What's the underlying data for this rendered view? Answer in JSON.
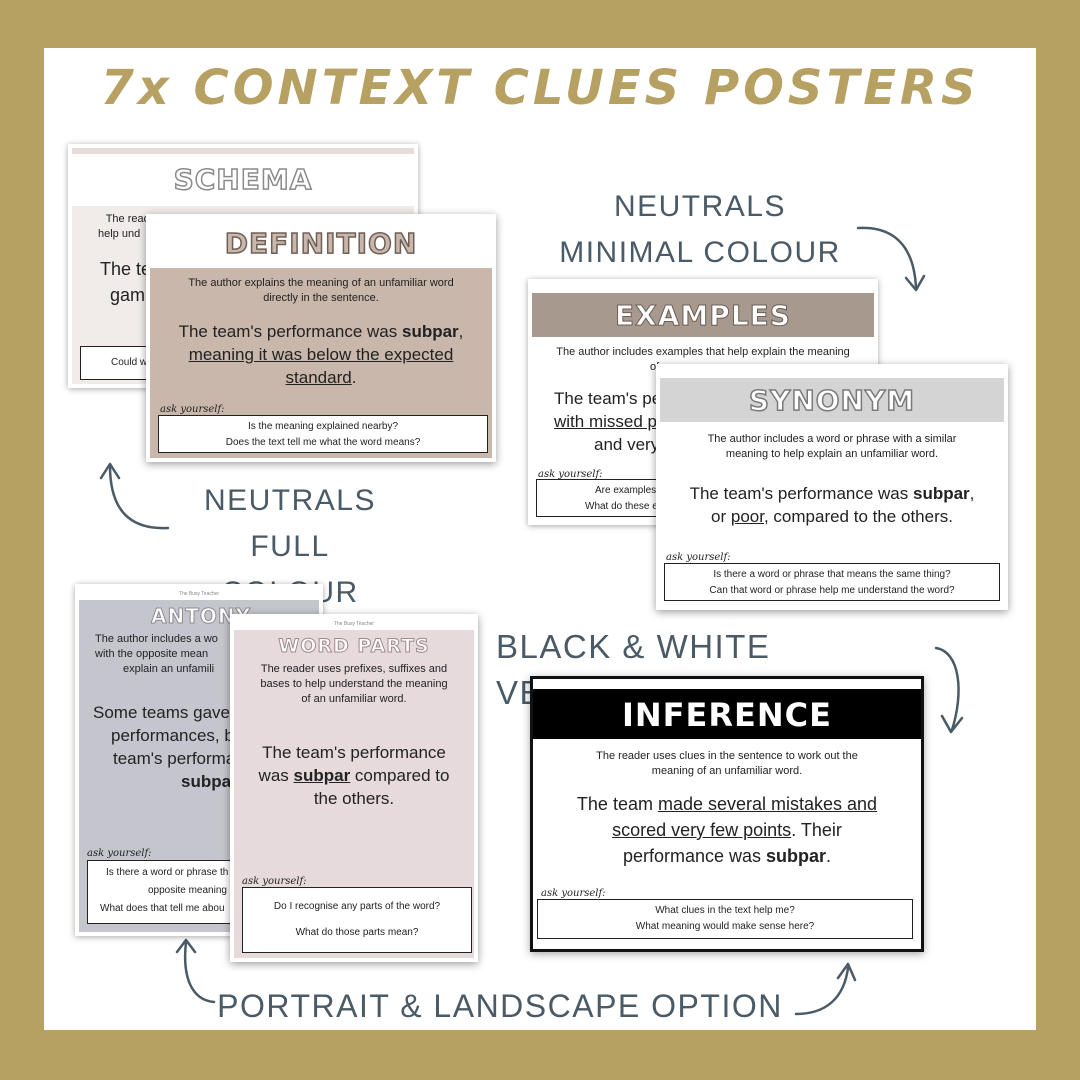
{
  "headline": "7x CONTEXT CLUES POSTERS",
  "captions": {
    "neutrals_minimal": [
      "NEUTRALS",
      "MINIMAL COLOUR"
    ],
    "neutrals_full": [
      "NEUTRALS",
      "FULL COLOUR"
    ],
    "black_white": "BLACK & WHITE VERSION",
    "portrait_landscape": "PORTRAIT & LANDSCAPE OPTION"
  },
  "ask_label": "ask yourself:",
  "posters": {
    "schema": {
      "title": "SCHEMA",
      "desc_1": "The reader uses background knowledge about a topic to",
      "desc_2": "help und",
      "example_1": "The te",
      "example_2": "gam",
      "question_1": "Could w"
    },
    "definition": {
      "title": "DEFINITION",
      "desc_1": "The author explains the meaning of an unfamiliar word",
      "desc_2": "directly in the sentence.",
      "example_a": "The team's performance was ",
      "example_bold": "subpar",
      "example_b": ",",
      "example_u1": "meaning it was below the expected",
      "example_u2": "standard",
      "example_end": ".",
      "question_1": "Is the meaning explained nearby?",
      "question_2": "Does the text tell me what the word means?"
    },
    "examples": {
      "title": "EXAMPLES",
      "desc_1": "The author includes examples that help explain the meaning",
      "desc_2": "of",
      "example_1": "The team's pe",
      "example_2": "with missed p",
      "example_3": "and very",
      "question_1": "Are examples",
      "question_2": "What do these e"
    },
    "synonym": {
      "title": "SYNONYM",
      "desc_1": "The author includes a word or phrase with a similar",
      "desc_2": "meaning to help explain an unfamiliar word.",
      "example_a": "The team's performance was ",
      "example_bold": "subpar",
      "example_b": ",",
      "example_c": "or ",
      "example_u": "poor",
      "example_d": ", compared to the others.",
      "question_1": "Is there a word or phrase that means the same thing?",
      "question_2": "Can that word or phrase help me understand the word?"
    },
    "antonym": {
      "title": "ANTONY",
      "header_note": "The Busy Teacher",
      "desc_1": "The author includes a wo",
      "desc_2": "with the opposite mean",
      "desc_3": "explain an unfamili",
      "example_1": "Some teams gave",
      "example_2": "performances, b",
      "example_3": "team's performa",
      "example_bold": "subpar",
      "example_end": ".",
      "question_1": "Is there a word or phrase th",
      "question_2": "opposite meaning",
      "question_3": "What does that tell me abou"
    },
    "word_parts": {
      "title": "WORD PARTS",
      "header_note": "The Busy Teacher",
      "desc_1": "The reader uses prefixes, suffixes and",
      "desc_2": "bases to help understand the meaning",
      "desc_3": "of an unfamiliar word.",
      "example_1": "The team's performance",
      "example_a": "was ",
      "example_bold": "subpar",
      "example_b": " compared to",
      "example_2": "the others.",
      "question_1": "Do I recognise any parts of the word?",
      "question_2": "What do those parts mean?"
    },
    "inference": {
      "title": "INFERENCE",
      "desc_1": "The reader uses clues in the sentence to work out the",
      "desc_2": "meaning of an unfamiliar word.",
      "example_a": "The team ",
      "example_u1": "made several mistakes and",
      "example_u2": "scored very few points",
      "example_b": ". Their",
      "example_c": "performance was ",
      "example_bold": "subpar",
      "example_end": ".",
      "question_1": "What clues in the text help me?",
      "question_2": "What meaning would make sense here?"
    }
  },
  "colors": {
    "gold": "#b6a062",
    "slate": "#4a5a66",
    "definition_bg": "#c9b7ab",
    "examples_band": "#a8998f",
    "synonym_band": "#d4d4d4",
    "antonym_bg": "#c5c6cd",
    "word_parts_bg": "#e6dadd"
  }
}
